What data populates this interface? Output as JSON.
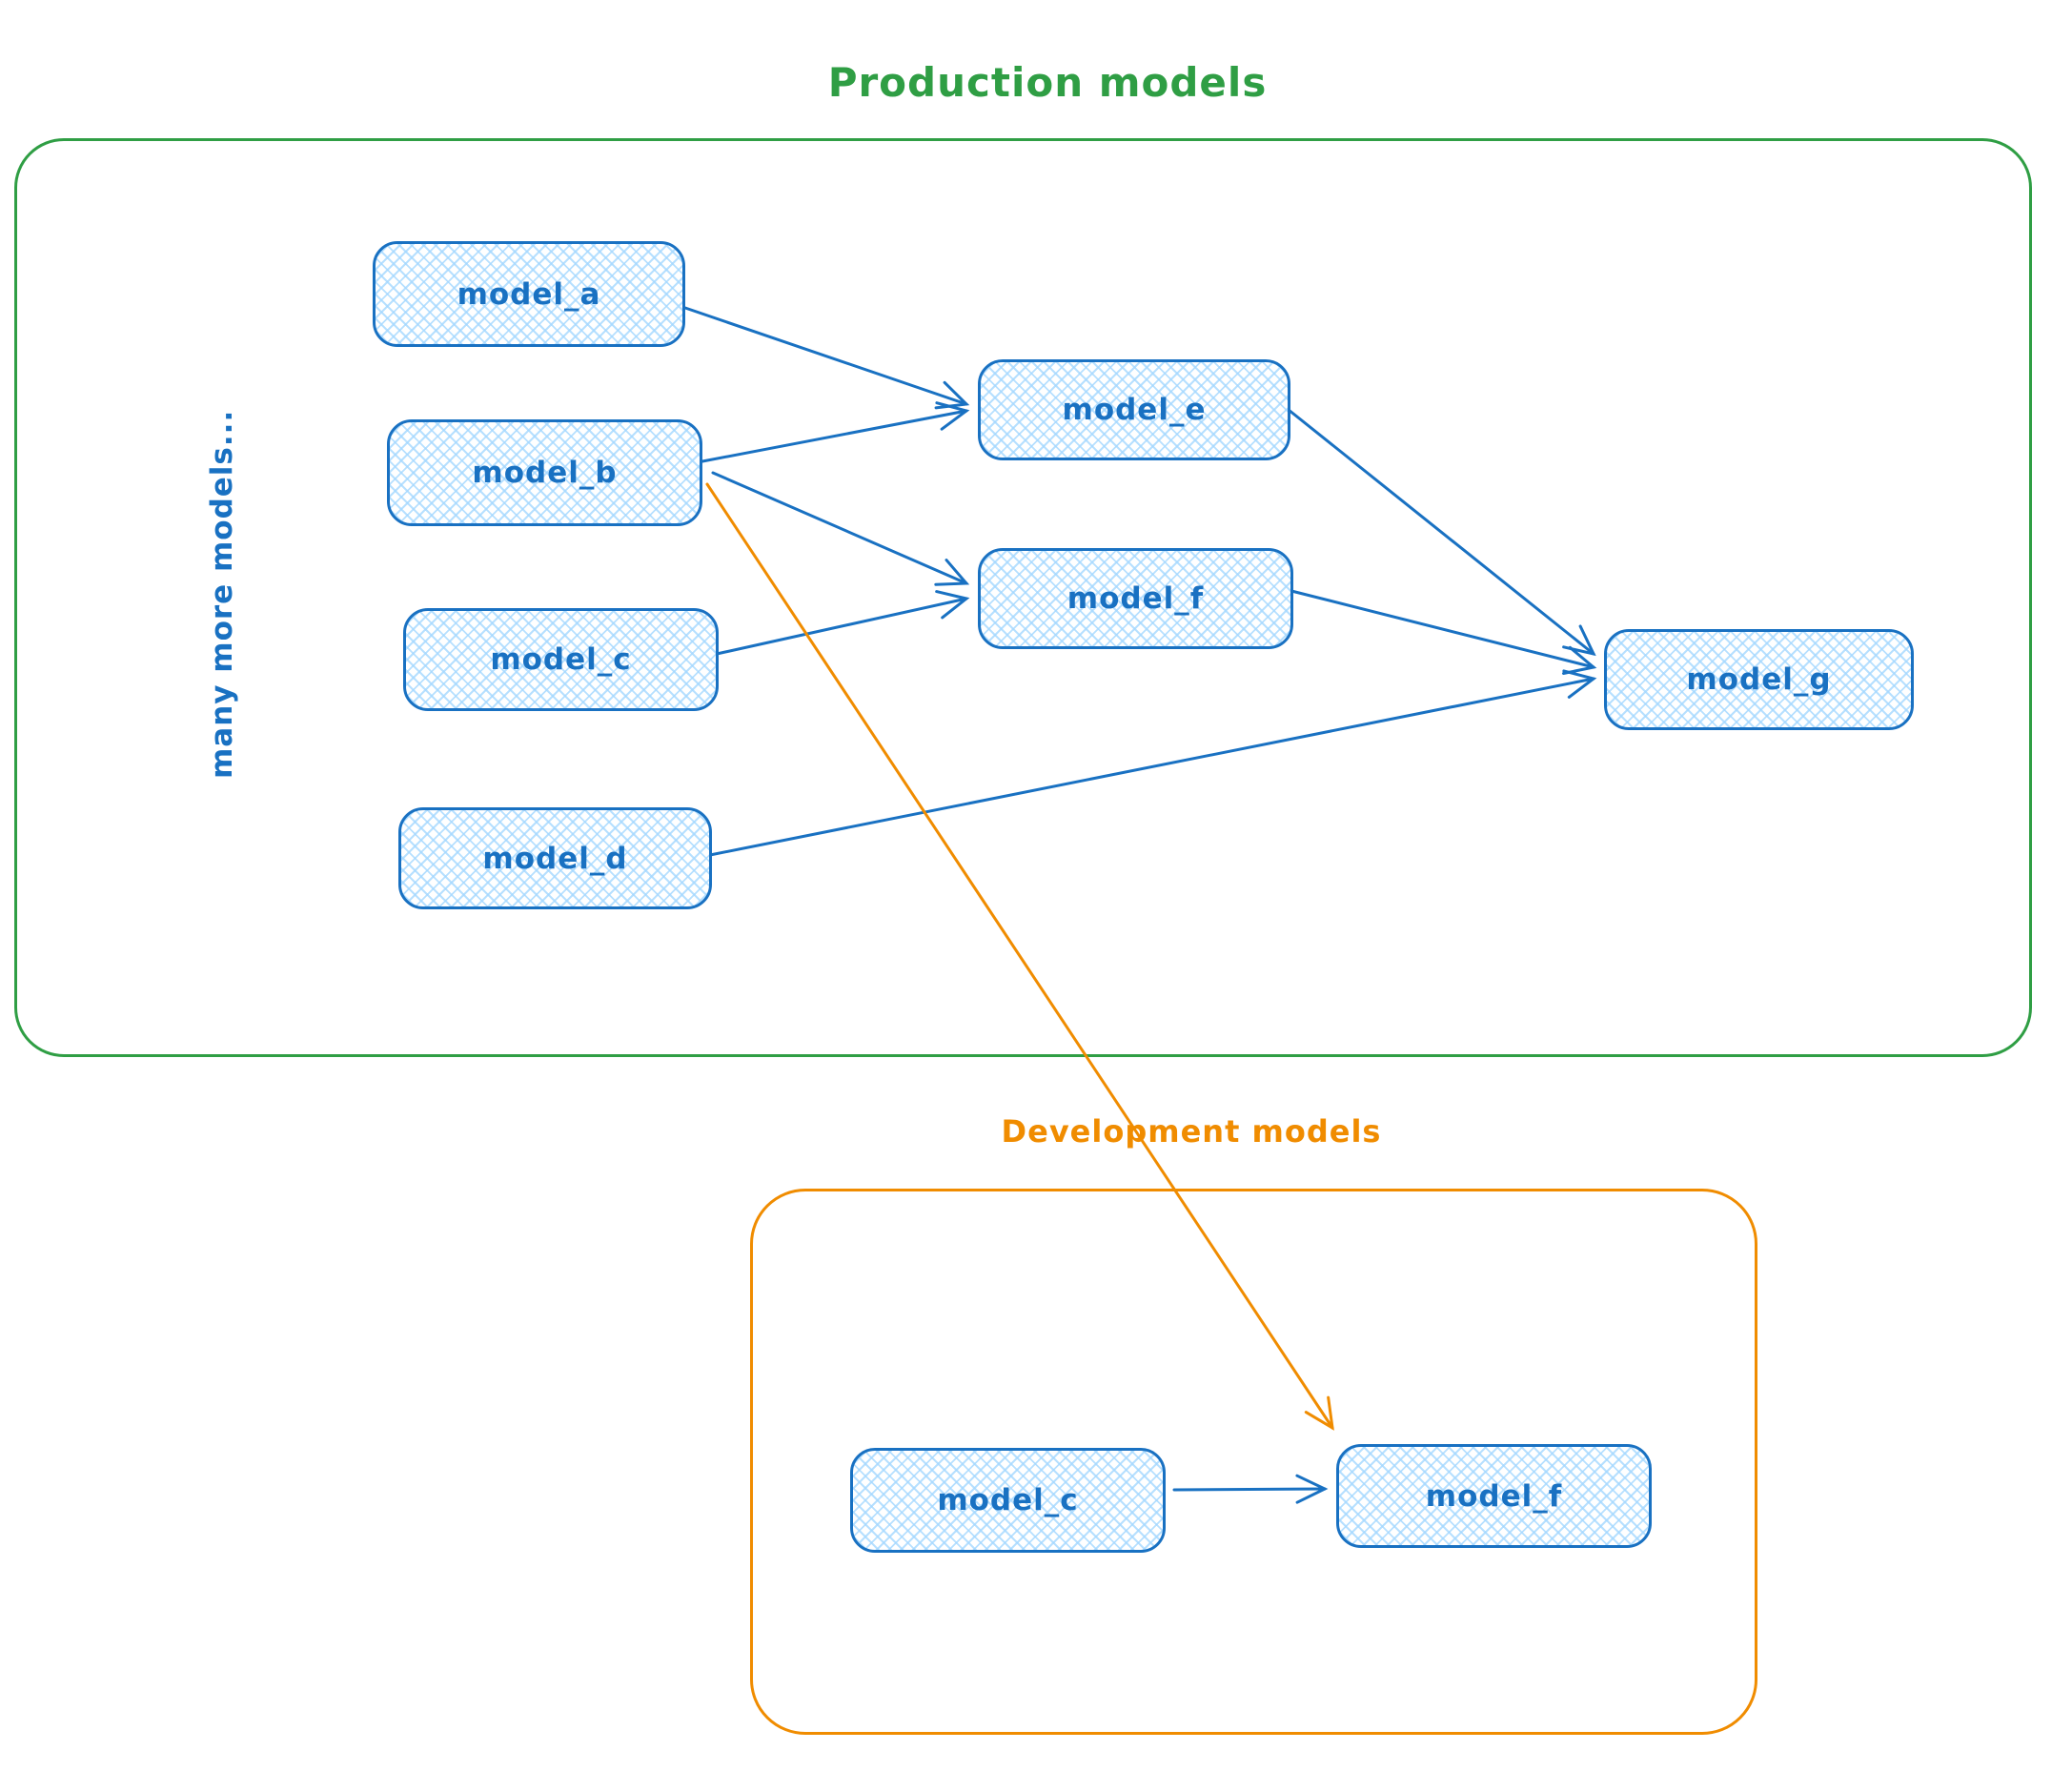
{
  "titles": {
    "production": "Production models",
    "development": "Development models"
  },
  "side_note": "many more models...",
  "colors": {
    "node_stroke_blue": "#1971c2",
    "node_fill_light_blue": "#a5d8ff",
    "production_green": "#2f9e44",
    "development_orange": "#f08c00"
  },
  "production_nodes": [
    {
      "id": "model_a",
      "label": "model_a"
    },
    {
      "id": "model_b",
      "label": "model_b"
    },
    {
      "id": "model_c",
      "label": "model_c"
    },
    {
      "id": "model_d",
      "label": "model_d"
    },
    {
      "id": "model_e",
      "label": "model_e"
    },
    {
      "id": "model_f",
      "label": "model_f"
    },
    {
      "id": "model_g",
      "label": "model_g"
    }
  ],
  "development_nodes": [
    {
      "id": "dev_model_c",
      "label": "model_c"
    },
    {
      "id": "dev_model_f",
      "label": "model_f"
    }
  ],
  "edges": [
    {
      "from": "model_a",
      "to": "model_e",
      "color": "blue"
    },
    {
      "from": "model_b",
      "to": "model_e",
      "color": "blue"
    },
    {
      "from": "model_b",
      "to": "model_f",
      "color": "blue"
    },
    {
      "from": "model_c",
      "to": "model_f",
      "color": "blue"
    },
    {
      "from": "model_e",
      "to": "model_g",
      "color": "blue"
    },
    {
      "from": "model_f",
      "to": "model_g",
      "color": "blue"
    },
    {
      "from": "model_d",
      "to": "model_g",
      "color": "blue"
    },
    {
      "from": "dev_model_c",
      "to": "dev_model_f",
      "color": "blue"
    },
    {
      "from": "model_b",
      "to": "dev_model_f",
      "color": "orange"
    }
  ]
}
